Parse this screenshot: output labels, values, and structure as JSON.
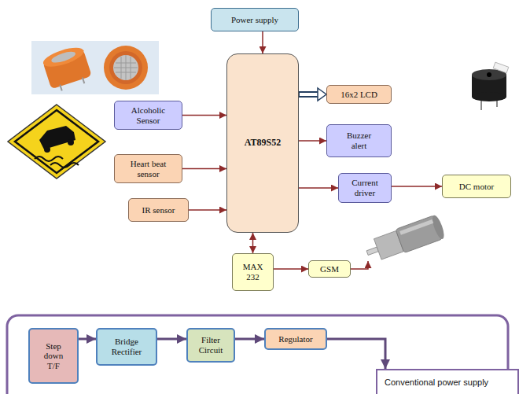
{
  "diagram": {
    "nodes": [
      {
        "text": [
          "Power supply"
        ]
      },
      {
        "text": [
          "Alcoholic Sensor"
        ]
      },
      {
        "text": [
          "AT89S52"
        ]
      },
      {
        "text": [
          "16x2 LCD"
        ]
      },
      {
        "text": [
          "Buzzer alert"
        ]
      },
      {
        "text": [
          "Heart beat sensor"
        ]
      },
      {
        "text": [
          "Current driver"
        ]
      },
      {
        "text": [
          "DC motor"
        ]
      },
      {
        "text": [
          "IR sensor"
        ]
      },
      {
        "text": [
          "MAX 232"
        ]
      },
      {
        "text": [
          "GSM"
        ]
      },
      {
        "text": [
          "Step down T/F"
        ]
      },
      {
        "text": [
          "Bridge Rectifier"
        ]
      },
      {
        "text": [
          "Filter Circuit"
        ]
      },
      {
        "text": [
          "Regulator"
        ]
      },
      {
        "text": [
          "Conventional power supply"
        ]
      }
    ],
    "edges": [
      {
        "from": 0,
        "to": 2,
        "arrow": "to"
      },
      {
        "from": 1,
        "to": 2,
        "arrow": "to"
      },
      {
        "from": 5,
        "to": 2,
        "arrow": "to"
      },
      {
        "from": 8,
        "to": 2,
        "arrow": "to"
      },
      {
        "from": 2,
        "to": 3,
        "arrow": "to"
      },
      {
        "from": 2,
        "to": 4,
        "arrow": "to"
      },
      {
        "from": 2,
        "to": 6,
        "arrow": "to"
      },
      {
        "from": 6,
        "to": 7,
        "arrow": "to"
      },
      {
        "from": 2,
        "to": 9,
        "arrow": "both"
      },
      {
        "from": 9,
        "to": 10,
        "arrow": "to"
      },
      {
        "from": 11,
        "to": 12,
        "arrow": "to"
      },
      {
        "from": 12,
        "to": 13,
        "arrow": "to"
      },
      {
        "from": 13,
        "to": 14,
        "arrow": "to"
      },
      {
        "from": 14,
        "to": 15,
        "arrow": "to"
      }
    ]
  }
}
